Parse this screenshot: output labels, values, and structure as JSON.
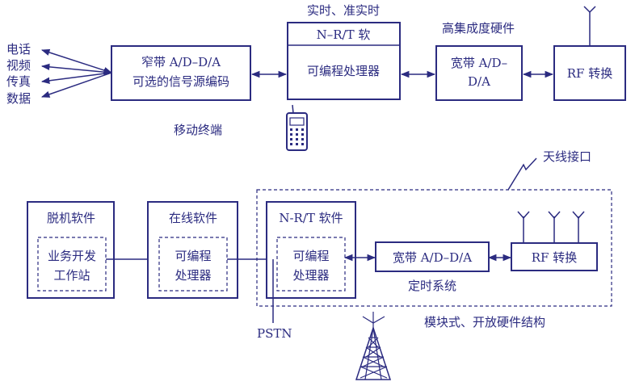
{
  "colors": {
    "ink": "#2b2b80",
    "background": "#ffffff"
  },
  "top": {
    "inputs": [
      "电话",
      "视频",
      "传真",
      "数据"
    ],
    "source_block": {
      "line1": "窄带 A/D–D/A",
      "line2": "可选的信号源编码"
    },
    "nrt_caption": "实时、准实时",
    "nrt_block": {
      "header": "N–R/T 软",
      "body": "可编程处理器"
    },
    "hw_caption": "高集成度硬件",
    "wide_block": {
      "line1": "宽带 A/D–",
      "line2": "D/A"
    },
    "rf_block": "RF 转换",
    "terminal_label": "移动终端",
    "icons": [
      "mobile-phone-icon",
      "antenna-icon"
    ]
  },
  "bottom": {
    "offline": {
      "header": "脱机软件",
      "line1": "业务开发",
      "line2": "工作站"
    },
    "online": {
      "header": "在线软件",
      "line1": "可编程",
      "line2": "处理器"
    },
    "nrt": {
      "header": "N-R/T 软件",
      "line1": "可编程",
      "line2": "处理器"
    },
    "wide_block": "宽带 A/D–D/A",
    "rf_block": "RF 转换",
    "timing_label": "定时系统",
    "antenna_interface": "天线接口",
    "pstn": "PSTN",
    "modular_label": "模块式、开放硬件结构",
    "icons": [
      "tower-icon",
      "antenna-icon"
    ]
  }
}
